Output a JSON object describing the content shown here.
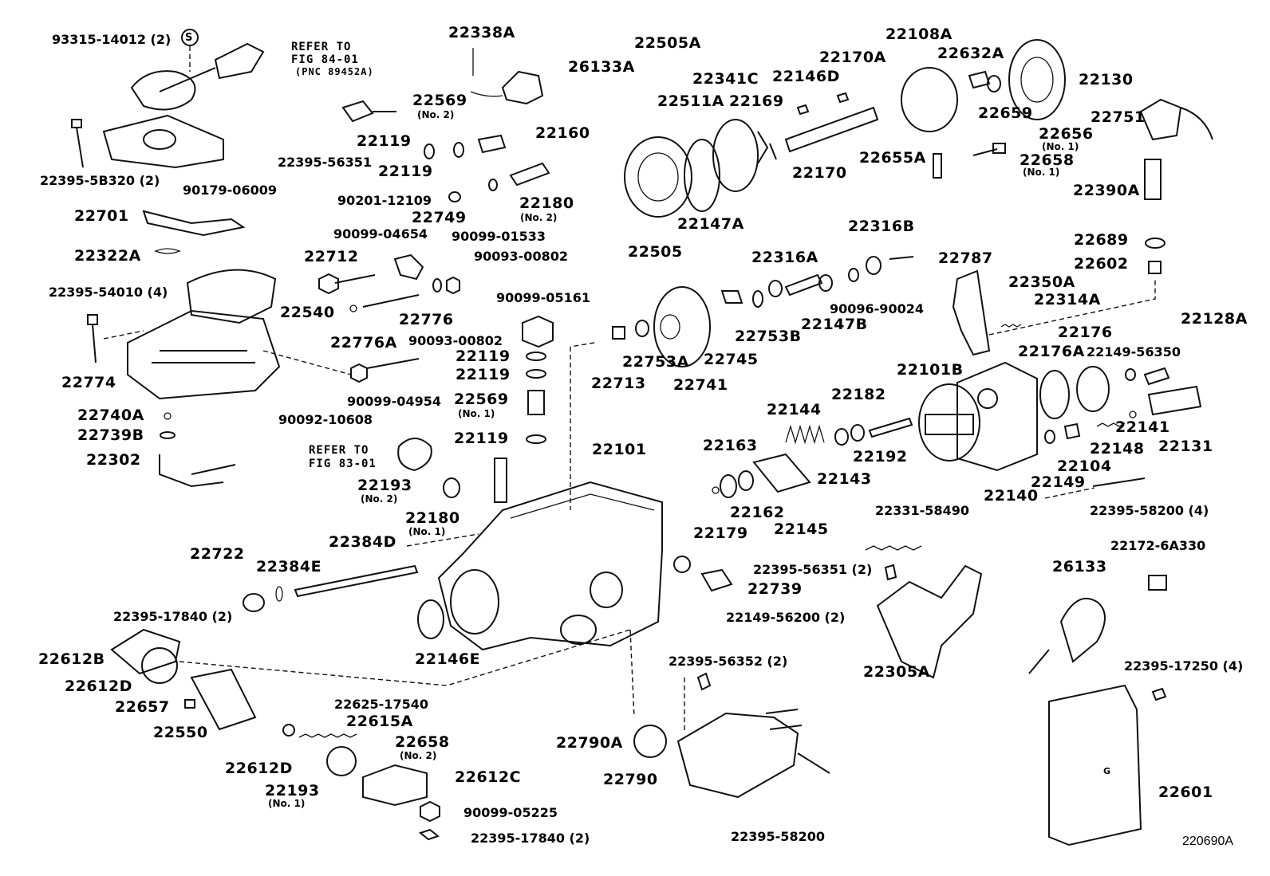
{
  "reference_notes": {
    "top": [
      "REFER TO",
      "FIG 84-01",
      "(PNC 89452A)"
    ],
    "middle": [
      "REFER TO",
      "FIG 83-01"
    ]
  },
  "illustration_code": "220690A",
  "callouts": [
    {
      "id": "93315-14012 (2)"
    },
    {
      "id": "22338A"
    },
    {
      "id": "22505A"
    },
    {
      "id": "22108A"
    },
    {
      "id": "22170A"
    },
    {
      "id": "22632A"
    },
    {
      "id": "26133A"
    },
    {
      "id": "22341C"
    },
    {
      "id": "22146D"
    },
    {
      "id": "22130"
    },
    {
      "id": "22569",
      "note": "(No. 2)"
    },
    {
      "id": "22511A"
    },
    {
      "id": "22169"
    },
    {
      "id": "22659"
    },
    {
      "id": "22751"
    },
    {
      "id": "22119"
    },
    {
      "id": "22160"
    },
    {
      "id": "22656",
      "note": "(No. 1)"
    },
    {
      "id": "22395-56351"
    },
    {
      "id": "22170"
    },
    {
      "id": "22655A"
    },
    {
      "id": "22658",
      "note": "(No. 1)"
    },
    {
      "id": "22395-5B320 (2)"
    },
    {
      "id": "90179-06009"
    },
    {
      "id": "22180",
      "note": "(No. 2)"
    },
    {
      "id": "22390A"
    },
    {
      "id": "90201-12109"
    },
    {
      "id": "22749"
    },
    {
      "id": "22701"
    },
    {
      "id": "22147A"
    },
    {
      "id": "90099-04654"
    },
    {
      "id": "90099-01533"
    },
    {
      "id": "22316B"
    },
    {
      "id": "22689"
    },
    {
      "id": "22322A"
    },
    {
      "id": "22505"
    },
    {
      "id": "22712"
    },
    {
      "id": "90093-00802"
    },
    {
      "id": "22316A"
    },
    {
      "id": "22787"
    },
    {
      "id": "22602"
    },
    {
      "id": "22350A"
    },
    {
      "id": "22395-54010 (4)"
    },
    {
      "id": "22540"
    },
    {
      "id": "90099-05161"
    },
    {
      "id": "90096-90024"
    },
    {
      "id": "22314A"
    },
    {
      "id": "22776"
    },
    {
      "id": "22128A"
    },
    {
      "id": "22776A"
    },
    {
      "id": "22753B"
    },
    {
      "id": "22147B"
    },
    {
      "id": "22176"
    },
    {
      "id": "22774"
    },
    {
      "id": "22753A"
    },
    {
      "id": "22745"
    },
    {
      "id": "22176A"
    },
    {
      "id": "22149-56350"
    },
    {
      "id": "22713"
    },
    {
      "id": "22741"
    },
    {
      "id": "22101B"
    },
    {
      "id": "90099-04954"
    },
    {
      "id": "22182"
    },
    {
      "id": "90092-10608"
    },
    {
      "id": "22144"
    },
    {
      "id": "22141"
    },
    {
      "id": "22740A"
    },
    {
      "id": "22739B"
    },
    {
      "id": "22131"
    },
    {
      "id": "22163"
    },
    {
      "id": "22192"
    },
    {
      "id": "22148"
    },
    {
      "id": "22101"
    },
    {
      "id": "22302"
    },
    {
      "id": "22104"
    },
    {
      "id": "22140"
    },
    {
      "id": "22143"
    },
    {
      "id": "22149"
    },
    {
      "id": "22193",
      "note": "(No. 2)"
    },
    {
      "id": "22395-58200 (4)"
    },
    {
      "id": "22162"
    },
    {
      "id": "22331-58490"
    },
    {
      "id": "22145"
    },
    {
      "id": "22179"
    },
    {
      "id": "22722"
    },
    {
      "id": "22384D"
    },
    {
      "id": "22172-6A330"
    },
    {
      "id": "22384E"
    },
    {
      "id": "26133"
    },
    {
      "id": "22395-56351 (2)"
    },
    {
      "id": "22739"
    },
    {
      "id": "22395-17840 (2)"
    },
    {
      "id": "22149-56200 (2)"
    },
    {
      "id": "22612B"
    },
    {
      "id": "22146E"
    },
    {
      "id": "22395-56352 (2)"
    },
    {
      "id": "22395-17250 (4)"
    },
    {
      "id": "22612D"
    },
    {
      "id": "22305A"
    },
    {
      "id": "22657"
    },
    {
      "id": "22625-17540"
    },
    {
      "id": "22550"
    },
    {
      "id": "22615A"
    },
    {
      "id": "22790A"
    },
    {
      "id": "22790"
    },
    {
      "id": "22612C"
    },
    {
      "id": "22193",
      "note": "(No. 1)"
    },
    {
      "id": "22601"
    },
    {
      "id": "90099-05225"
    },
    {
      "id": "22395-58200"
    },
    {
      "id": "22395-17840 (2)"
    }
  ],
  "symbols": {
    "s_badge": "S",
    "g_mark": "G"
  }
}
